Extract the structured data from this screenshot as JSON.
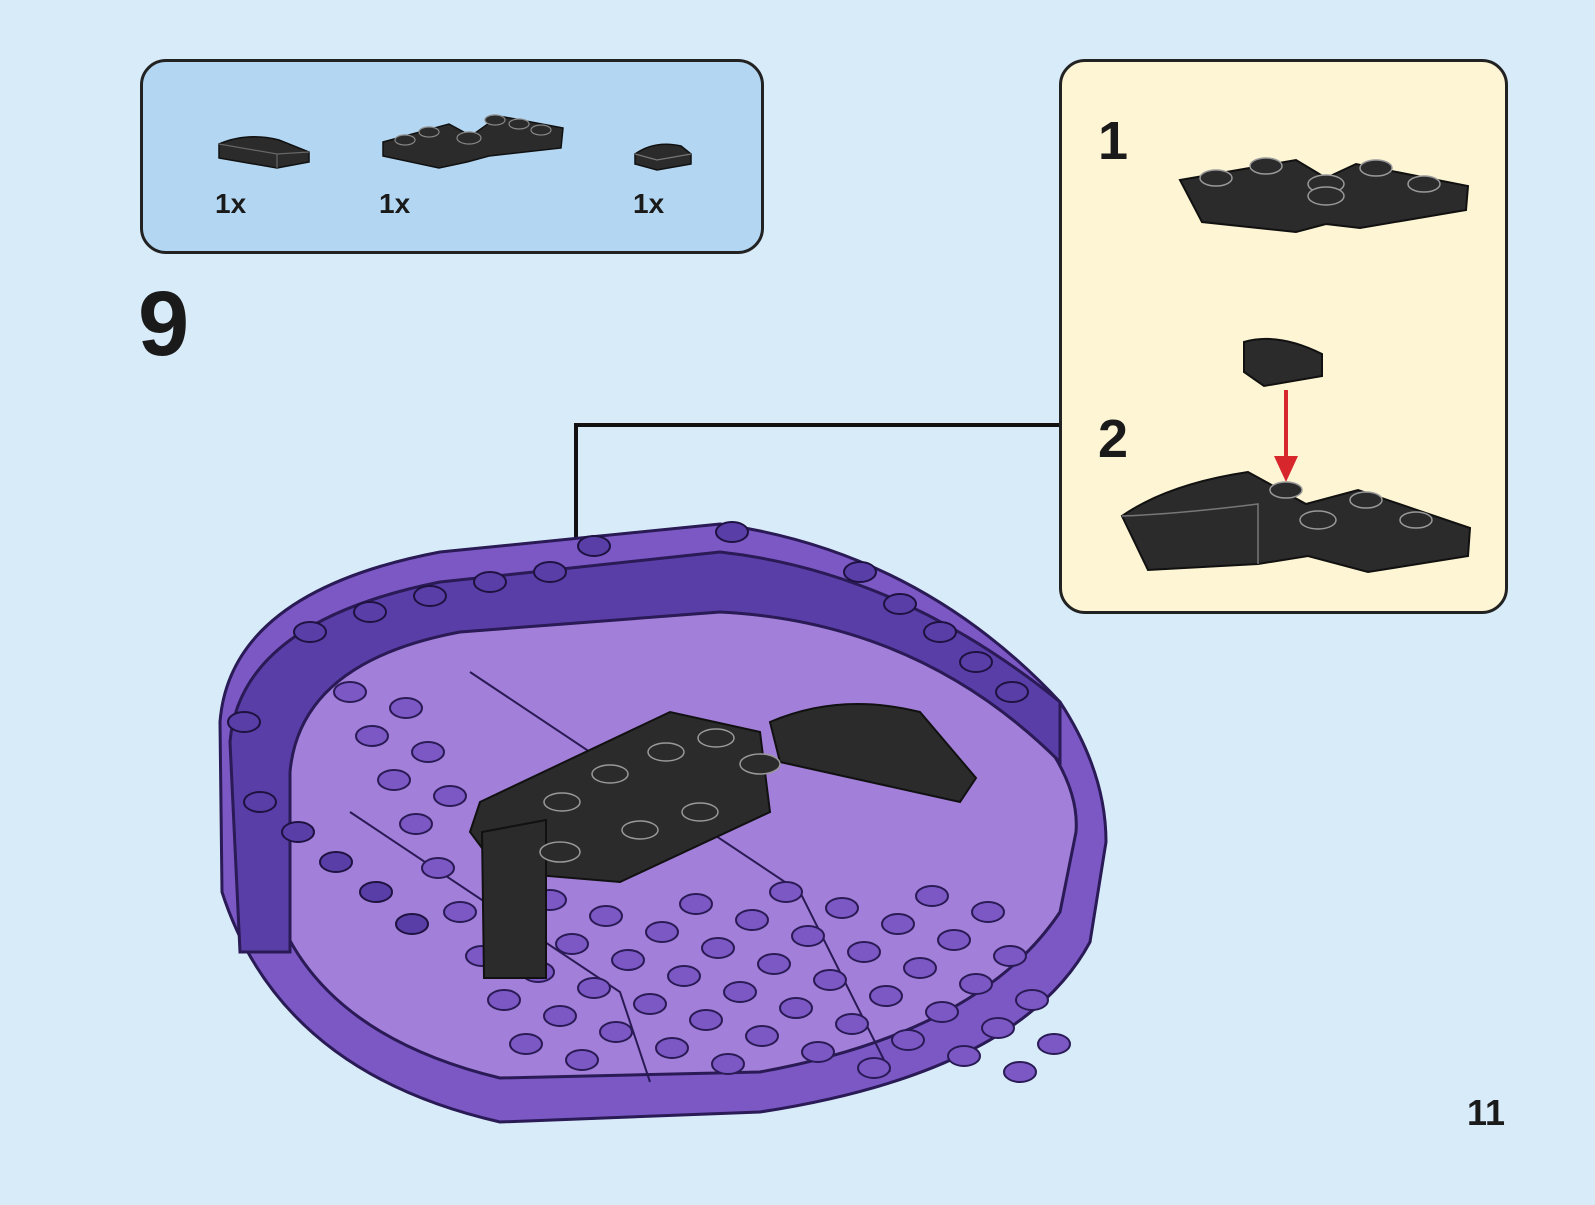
{
  "parts_list": {
    "items": [
      {
        "quantity": "1x",
        "icon": "curved-slope-brick-icon"
      },
      {
        "quantity": "1x",
        "icon": "hinge-plate-assembly-icon"
      },
      {
        "quantity": "1x",
        "icon": "quarter-round-tile-icon"
      }
    ]
  },
  "step": {
    "number": "9"
  },
  "sub_assembly": {
    "steps": [
      {
        "number": "1",
        "icon": "hinge-plate-assembly-icon"
      },
      {
        "number": "2",
        "icon": "attach-slope-to-hinge-icon"
      }
    ]
  },
  "page": {
    "number": "11"
  },
  "colors": {
    "background": "#d8ebf9",
    "parts_box": "#b3d7f2",
    "sub_box": "#fdf5d3",
    "baseplate_purple": "#9a6fd0",
    "wall_purple": "#5a3ea8",
    "black_brick": "#2b2b2b",
    "arrow_red": "#d7262c"
  }
}
